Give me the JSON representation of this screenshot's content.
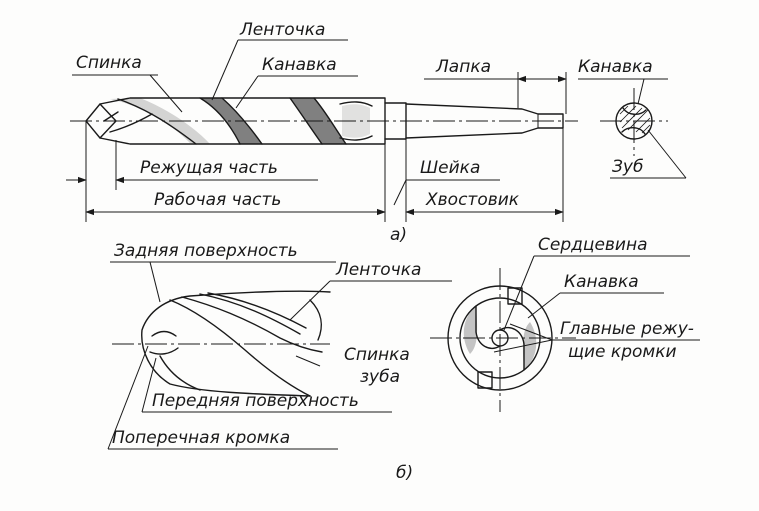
{
  "figure_a": {
    "label": "а)",
    "labels": {
      "spinka": "Спинка",
      "lentochka": "Ленточка",
      "kanavka": "Канавка",
      "lapka": "Лапка",
      "kanavka_section": "Канавка",
      "zub": "Зуб",
      "rezhushchaya_chast": "Режущая часть",
      "sheyka": "Шейка",
      "rabochaya_chast": "Рабочая часть",
      "khvostovik": "Хвостовик"
    }
  },
  "figure_b": {
    "label": "б)",
    "labels": {
      "zadnyaya_poverkhnost": "Задняя поверхность",
      "lentochka": "Ленточка",
      "spinka_line1": "Спинка",
      "spinka_line2": "зуба",
      "perednyaya_poverkhnost": "Передняя поверхность",
      "poperechnaya_kromka": "Поперечная кромка",
      "serdtsevina": "Сердцевина",
      "kanavka": "Канавка",
      "glavnye_line1": "Главные режу-",
      "glavnye_line2": "щие кромки"
    }
  }
}
